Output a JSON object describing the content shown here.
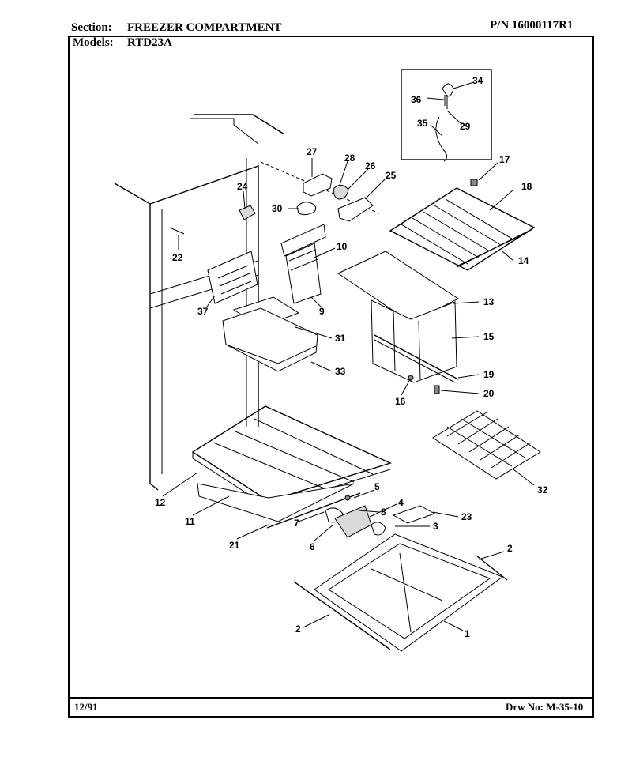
{
  "header": {
    "section_label": "Section:",
    "section_value": "FREEZER COMPARTMENT",
    "pn": "P/N 16000117R1",
    "models_label": "Models:",
    "models_value": "RTD23A"
  },
  "footer": {
    "date": "12/91",
    "drawing_no": "Drw No: M-35-10"
  },
  "callouts": [
    "1",
    "2",
    "3",
    "4",
    "5",
    "6",
    "7",
    "8",
    "9",
    "10",
    "11",
    "12",
    "13",
    "14",
    "15",
    "16",
    "17",
    "18",
    "19",
    "20",
    "21",
    "22",
    "23",
    "24",
    "25",
    "26",
    "27",
    "28",
    "29",
    "30",
    "31",
    "32",
    "33",
    "34",
    "35",
    "36",
    "37"
  ]
}
